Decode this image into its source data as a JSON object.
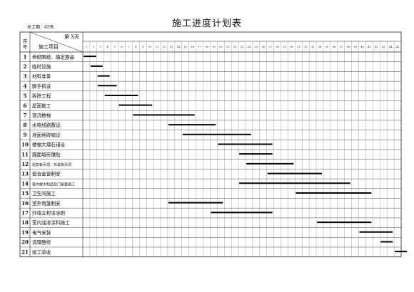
{
  "document": {
    "title": "施工进度计划表",
    "total_days_label": "总工期：45天"
  },
  "table": {
    "header_seq": "序号",
    "header_item": "施工项目",
    "header_day": "第 X天",
    "days": [
      1,
      2,
      3,
      4,
      5,
      6,
      7,
      8,
      9,
      10,
      11,
      12,
      13,
      14,
      15,
      16,
      17,
      18,
      19,
      20,
      21,
      22,
      23,
      24,
      25,
      26,
      27,
      28,
      29,
      30,
      31,
      32,
      33,
      34,
      35,
      36,
      37,
      38,
      39,
      40,
      41,
      42,
      43,
      44,
      45
    ],
    "rows": [
      {
        "no": "1",
        "name": "叁砌图纸、确定服品",
        "start": 1,
        "end": 2
      },
      {
        "no": "2",
        "name": "临时设施",
        "start": 2,
        "end": 2.9
      },
      {
        "no": "3",
        "name": "材料准备",
        "start": 3,
        "end": 3.9
      },
      {
        "no": "4",
        "name": "脚手搭设",
        "start": 3,
        "end": 4.9
      },
      {
        "no": "5",
        "name": "拆除工程",
        "start": 4,
        "end": 7.9
      },
      {
        "no": "6",
        "name": "屋面施工",
        "start": 6,
        "end": 9.9
      },
      {
        "no": "7",
        "name": "现浇楼梯",
        "start": 8,
        "end": 15.9
      },
      {
        "no": "8",
        "name": "水电线路敷设",
        "start": 13,
        "end": 18.9
      },
      {
        "no": "9",
        "name": "地面地砖铺设",
        "start": 15,
        "end": 23.9
      },
      {
        "no": "10",
        "name": "楼梯大理石铺设",
        "start": 20,
        "end": 26.9
      },
      {
        "no": "11",
        "name": "蹋面墙砖镶贴",
        "start": 23,
        "end": 26.9
      },
      {
        "no": "12",
        "name": "铝扣板吊顶、石膏板吊顶",
        "start": 24,
        "end": 29.9
      },
      {
        "no": "13",
        "name": "铝合金窗制安",
        "start": 27,
        "end": 33.9
      },
      {
        "no": "14",
        "name": "室内塑木制品及门窗套施工",
        "start": 23,
        "end": 37.9
      },
      {
        "no": "15",
        "name": "卫生间施工",
        "start": 31,
        "end": 40.9
      },
      {
        "no": "16",
        "name": "室外雨篷制安",
        "start": 13,
        "end": 19.9
      },
      {
        "no": "17",
        "name": "外墙立邦漆涂刷",
        "start": 19,
        "end": 26.9
      },
      {
        "no": "18",
        "name": "室内油漆涂料施工",
        "start": 34,
        "end": 40.9
      },
      {
        "no": "19",
        "name": "电气安装",
        "start": 40,
        "end": 43.9
      },
      {
        "no": "20",
        "name": "清理整修",
        "start": 43,
        "end": 43.9
      },
      {
        "no": "21",
        "name": "竣工验收",
        "start": 45,
        "end": 45.9
      }
    ]
  }
}
